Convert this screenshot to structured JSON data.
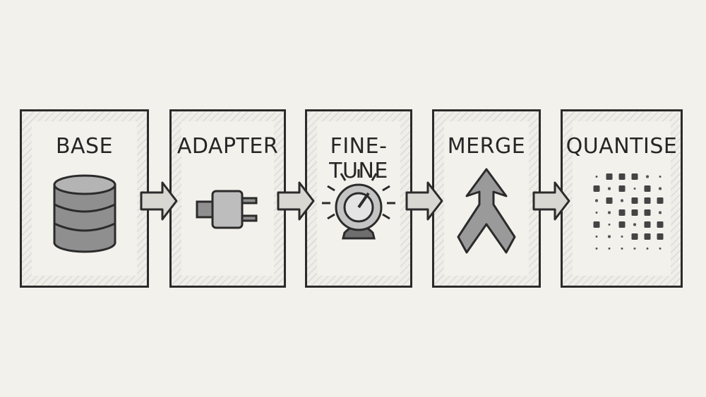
{
  "stages": [
    {
      "label": "BASE",
      "icon": "database-icon"
    },
    {
      "label": "ADAPTER",
      "icon": "plug-icon"
    },
    {
      "label": "FINE-TUNE",
      "icon": "dial-icon"
    },
    {
      "label": "MERGE",
      "icon": "merge-arrow-icon"
    },
    {
      "label": "QUANTISE",
      "icon": "dot-grid-icon"
    }
  ],
  "colors": {
    "background": "#f3f1ec",
    "ink": "#2b2b2b",
    "fill": "#8a8a8a"
  }
}
